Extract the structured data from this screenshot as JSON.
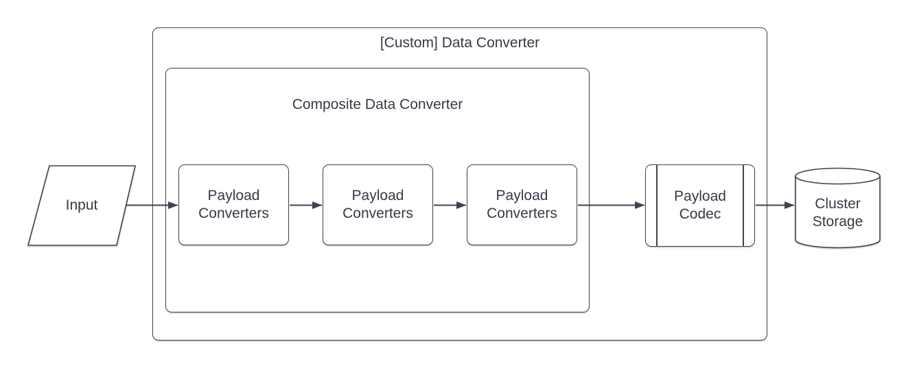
{
  "diagram": {
    "containers": {
      "custom": {
        "label": "[Custom] Data Converter"
      },
      "composite": {
        "label": "Composite Data Converter"
      }
    },
    "nodes": {
      "input": {
        "label": "Input",
        "shape": "parallelogram"
      },
      "converters": [
        {
          "label": "Payload Converters",
          "shape": "rounded-rectangle"
        },
        {
          "label": "Payload Converters",
          "shape": "rounded-rectangle"
        },
        {
          "label": "Payload Converters",
          "shape": "rounded-rectangle"
        }
      ],
      "codec": {
        "label": "Payload Codec",
        "shape": "subroutine"
      },
      "storage": {
        "label": "Cluster Storage",
        "shape": "cylinder"
      }
    },
    "edges": [
      {
        "from": "input",
        "to": "payload-converters-1"
      },
      {
        "from": "payload-converters-1",
        "to": "payload-converters-2"
      },
      {
        "from": "payload-converters-2",
        "to": "payload-converters-3"
      },
      {
        "from": "payload-converters-3",
        "to": "payload-codec"
      },
      {
        "from": "payload-codec",
        "to": "cluster-storage"
      }
    ],
    "colors": {
      "stroke": "#3c434e",
      "text": "#333a45",
      "background": "#ffffff"
    }
  }
}
